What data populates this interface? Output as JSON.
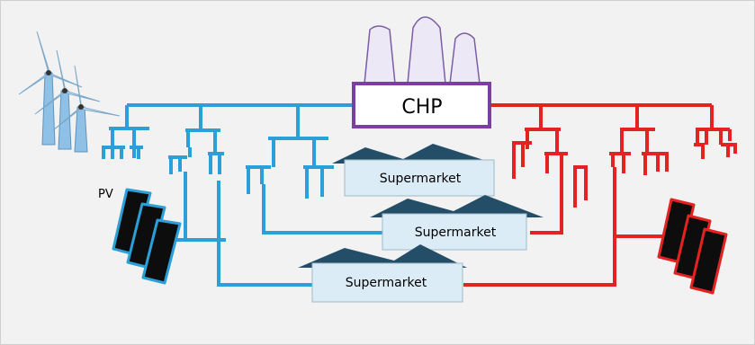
{
  "diagram": {
    "chp_label": "CHP",
    "pv_label": "PV",
    "supermarkets": [
      "Supermarket",
      "Supermarket",
      "Supermarket"
    ]
  },
  "colors": {
    "cold_network": "#2b9fd8",
    "heat_network": "#e32222",
    "chp_border": "#7b3fa0",
    "chimney_fill": "#ece8f6",
    "chimney_stroke": "#7b5ea7",
    "roof": "#244e68",
    "building_fill": "#dcecf6",
    "panel_dark": "#0d0d0d",
    "turbine": "#c8dff0",
    "background": "#f2f2f2"
  }
}
